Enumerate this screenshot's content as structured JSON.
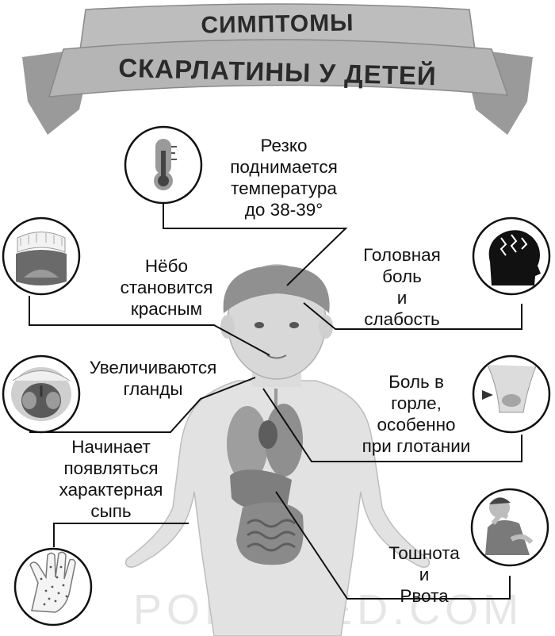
{
  "banner": {
    "line1": "СИМПТОМЫ",
    "line2": "СКАРЛАТИНЫ У ДЕТЕЙ"
  },
  "symptoms": {
    "temperature": {
      "lines": [
        "Резко",
        "поднимается",
        "температура",
        "до 38-39°"
      ],
      "icon": "thermometer-icon"
    },
    "palate": {
      "lines": [
        "Нёбо",
        "становится",
        "красным"
      ],
      "icon": "open-mouth-palate-icon"
    },
    "headache": {
      "lines": [
        "Головная",
        "боль",
        "и",
        "слабость"
      ],
      "icon": "head-pain-icon"
    },
    "tonsils": {
      "lines": [
        "Увеличиваются",
        "гланды"
      ],
      "icon": "throat-tonsils-icon"
    },
    "sore_throat": {
      "lines": [
        "Боль в",
        "горле,",
        "особенно",
        "при глотании"
      ],
      "icon": "sore-neck-icon"
    },
    "rash": {
      "lines": [
        "Начинает",
        "появляться",
        "характерная",
        "сыпь"
      ],
      "icon": "rash-hand-icon"
    },
    "nausea": {
      "lines": [
        "Тошнота",
        "и",
        "Рвота"
      ],
      "icon": "nauseous-man-icon"
    }
  },
  "watermark": "POLISMED.COM",
  "colors": {
    "ink": "#111111",
    "banner": "#b5b5b5",
    "banner_dark": "#6e6e6e",
    "body": "#e4e4e4"
  }
}
